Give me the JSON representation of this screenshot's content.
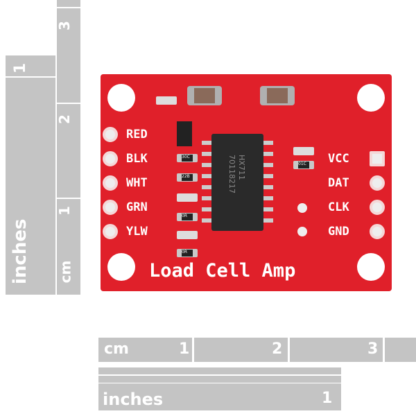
{
  "board": {
    "title": "Load Cell Amp",
    "left_pins": [
      "RED",
      "BLK",
      "WHT",
      "GRN",
      "YLW"
    ],
    "right_pins": [
      "VCC",
      "DAT",
      "CLK",
      "GND"
    ],
    "chip_text": [
      "HX711",
      "70118217"
    ],
    "resistor_codes": [
      "30C",
      "22B",
      "0R",
      "01C",
      "0R"
    ]
  },
  "rulers": {
    "left_inches": {
      "unit": "inches",
      "marks": [
        "1"
      ]
    },
    "left_cm": {
      "unit": "cm",
      "marks": [
        "1",
        "2",
        "3"
      ]
    },
    "bottom_cm": {
      "unit": "cm",
      "marks": [
        "1",
        "2",
        "3"
      ]
    },
    "bottom_inches": {
      "unit": "inches",
      "marks": [
        "1"
      ]
    }
  }
}
